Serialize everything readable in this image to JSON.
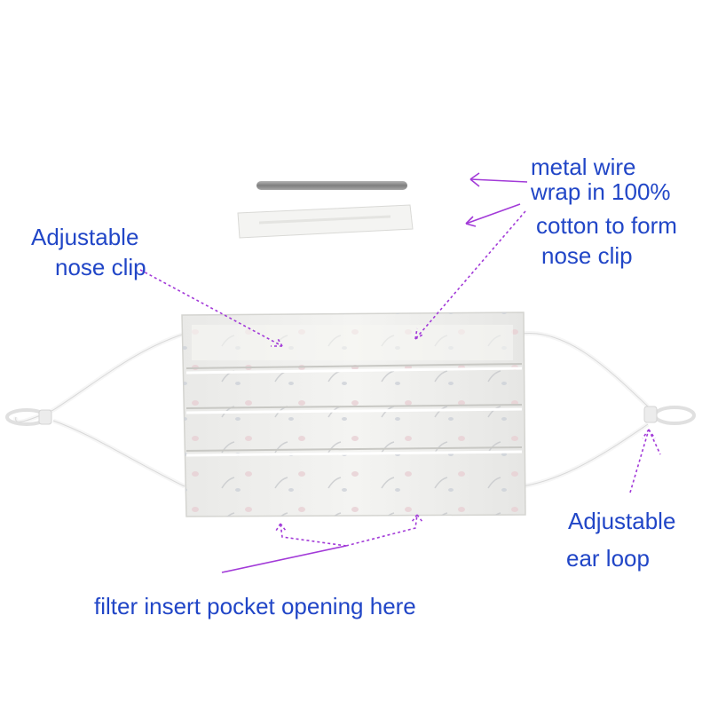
{
  "labels": {
    "adjustable_nose_clip": [
      "Adjustable",
      "nose clip"
    ],
    "metal_wire": [
      "metal wire",
      "wrap in 100%",
      "cotton to form",
      "nose clip"
    ],
    "adjustable_ear_loop": [
      "Adjustable",
      "ear loop"
    ],
    "filter_pocket": "filter insert pocket opening here"
  },
  "colors": {
    "label_text": "#2146c7",
    "arrow": "#a23ad8",
    "mask_fabric": "#f1f1ef",
    "ear_loop": "#f7f7f7",
    "metal_wire": "#8d8d8d"
  }
}
